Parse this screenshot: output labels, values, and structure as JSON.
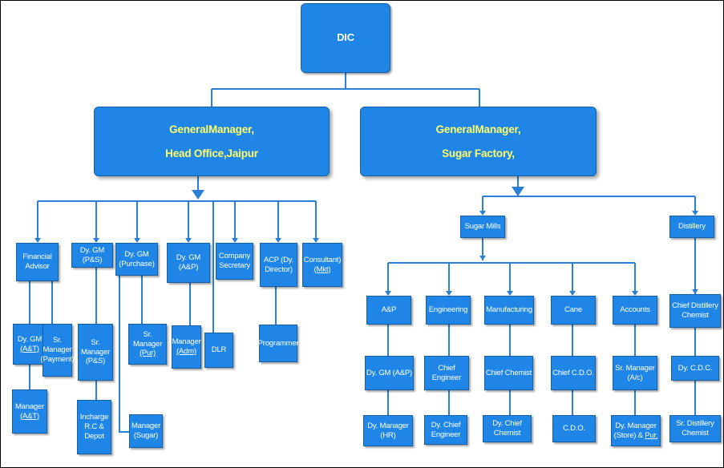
{
  "chart": {
    "root": "DIC",
    "branches": [
      {
        "line1": "GeneralManager,",
        "line2": "Head Office,Jaipur"
      },
      {
        "line1": "GeneralManager,",
        "line2": "Sugar Factory,"
      }
    ],
    "head_office": {
      "financial_advisor": "Financial\nAdvisor",
      "dy_gm_ps": "Dy. GM (P&S)",
      "dy_gm_purchase": "Dy. GM\n(Purchase)",
      "dy_gm_ap": "Dy. GM (A&P)",
      "company_secretary": "Company\nSecretary",
      "acp": "ACP (Dy.\nDirector)",
      "consultant_1": "Consultant)",
      "consultant_2": "(Mkt)",
      "dy_gm_at_1": "Dy. GM",
      "dy_gm_at_2": "(A&T)",
      "sr_manager_payment": "Sr.\nManager\n(Payment)",
      "manager_at_1": "Manager",
      "manager_at_2": "(A&T)",
      "sr_manager_ps": "Sr.\nManager\n(P&S)",
      "incharge": "Incharge\nR.C &\nDepot",
      "sr_manager_pur_1": "Sr. Manager",
      "sr_manager_pur_2": "(Pur)",
      "manager_sugar": "Manager\n(Sugar)",
      "manager_adm_1": "Manager",
      "manager_adm_2": "(Adm)",
      "dlr": "DLR",
      "programmer": "Programmer"
    },
    "sugar_factory": {
      "sugar_mills": "Sugar Mills",
      "distillery": "Distillery",
      "ap": "A&P",
      "engineering": "Engineering",
      "manufacturing": "Manufacturing",
      "cane": "Cane",
      "accounts": "Accounts",
      "chief_distillery_chemist": "Chief Distillery\nChemist",
      "dy_gm_ap": "Dy. GM (A&P)",
      "chief_engineer": "Chief\nEngineer",
      "chief_chemist": "Chief Chemist",
      "chief_cdo": "Chief C.D.O.",
      "sr_manager_ac": "Sr. Manager\n(A/c)",
      "dy_cdc": "Dy. C.D.C.",
      "dy_manager_hr": "Dy. Manager\n(HR)",
      "dy_chief_engineer": "Dy. Chief\nEngineer",
      "dy_chief_chemist": "Dy. Chief\nChemist",
      "cdo": "C.D.O.",
      "dy_manager_store_1": "Dy. Manager",
      "dy_manager_store_2": "(Store) & ",
      "dy_manager_store_3": "Pur.",
      "sr_distillery_chemist": "Sr. Distillery\nChemist"
    }
  },
  "colors": {
    "box": "#1f86e8",
    "line": "#2a7fd6",
    "highlight_text": "#ffff66"
  }
}
